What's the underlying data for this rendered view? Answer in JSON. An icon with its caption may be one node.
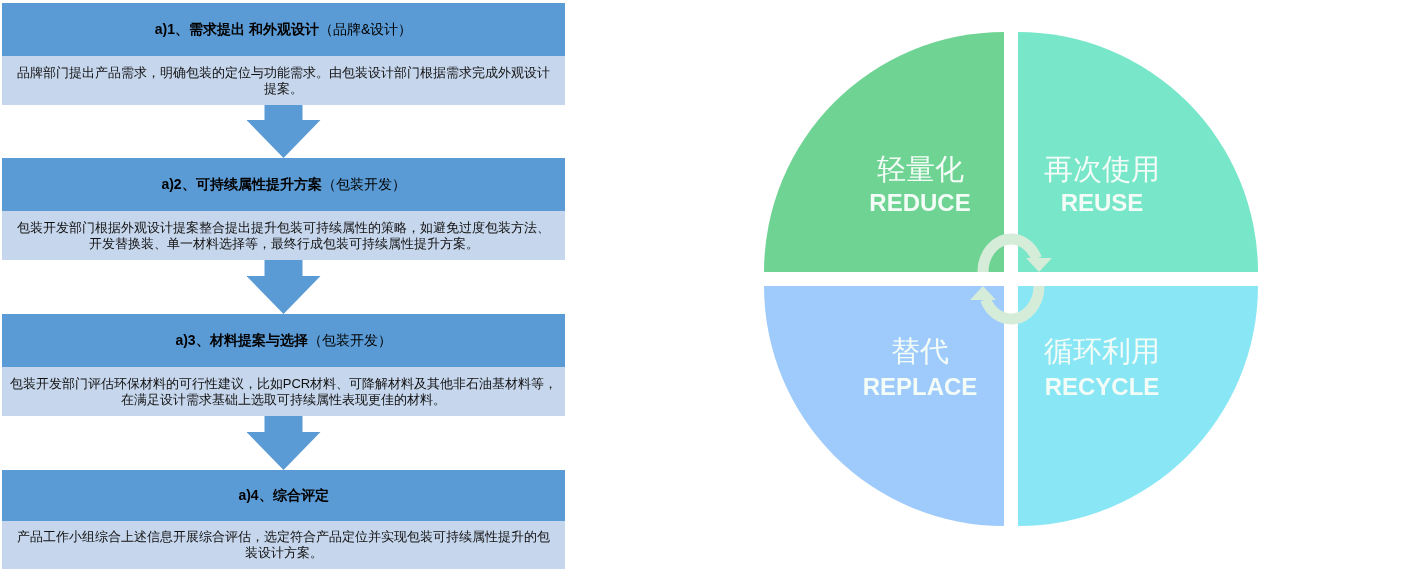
{
  "diagram": {
    "nodes": [
      {
        "text": [
          "**a)1、需求提出 和外观设计**（品牌&设计）",
          "品牌部门提出产品需求，明确包装的定位与功能需求。由包装设计部门根据需求完成外观设计提案。"
        ]
      },
      {
        "text": [
          "**a)2、可持续属性提升方案**（包装开发）",
          "包装开发部门根据外观设计提案整合提出提升包装可持续属性的策略，如避免过度包装方法、开发替换装、单一材料选择等，最终行成包装可持续属性提升方案。"
        ]
      },
      {
        "text": [
          "**a)3、材料提案与选择**（包装开发）",
          "包装开发部门评估环保材料的可行性建议，比如PCR材料、可降解材料及其他非石油基材料等，在满足设计需求基础上选取可持续属性表现更佳的材料。"
        ]
      },
      {
        "text": [
          "a)4、综合评定",
          "产品工作小组综合上述信息开展综合评估，选定符合产品定位并实现包装可持续属性提升的包装设计方案。"
        ]
      },
      {
        "text": [
          "轻量化",
          "REDUCE"
        ]
      },
      {
        "text": [
          "再次使用",
          "REUSE"
        ]
      },
      {
        "text": [
          "替代",
          "REPLACE"
        ]
      },
      {
        "text": [
          "循环利用",
          "RECYCLE"
        ]
      }
    ],
    "edges": [
      {
        "from": 0,
        "to": 1,
        "arrow": "to"
      },
      {
        "from": 1,
        "to": 2,
        "arrow": "to"
      },
      {
        "from": 2,
        "to": 3,
        "arrow": "to"
      },
      {
        "from": 4,
        "to": 5,
        "arrow": "to",
        "color": "#d5ecd9"
      },
      {
        "from": 7,
        "to": 6,
        "arrow": "to",
        "color": "#d5ecd9"
      }
    ]
  }
}
